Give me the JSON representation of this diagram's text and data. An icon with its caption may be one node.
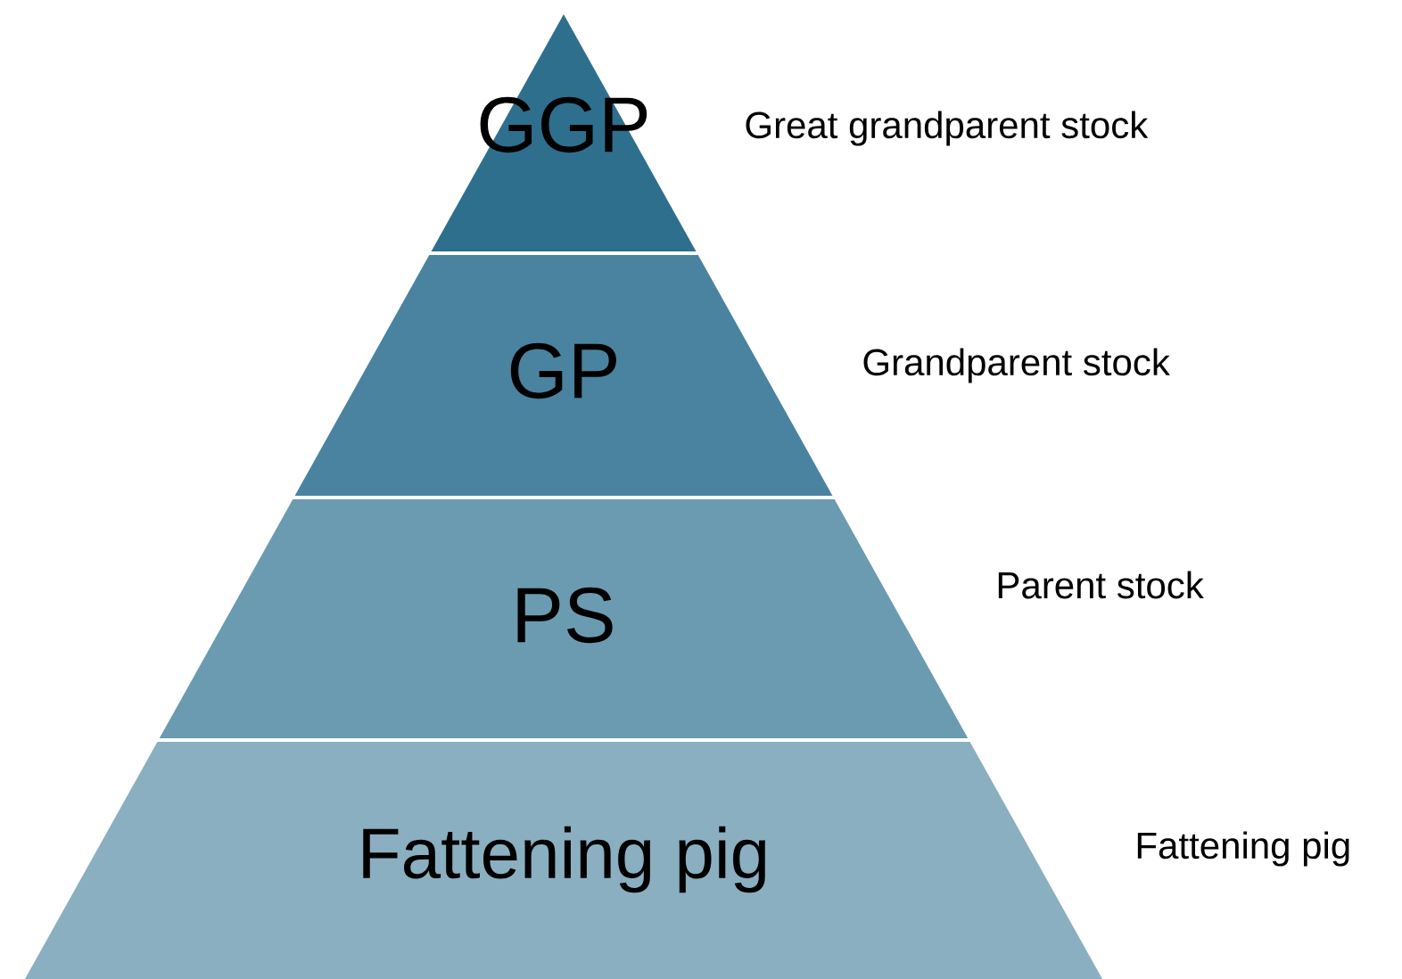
{
  "diagram": {
    "nodes": [
      {
        "text": [
          "GGP"
        ],
        "beside": [
          "Great grandparent stock"
        ]
      },
      {
        "text": [
          "GP"
        ],
        "beside": [
          "Grandparent stock"
        ]
      },
      {
        "text": [
          "PS"
        ],
        "beside": [
          "Parent stock"
        ]
      },
      {
        "text": [
          "Fattening pig"
        ],
        "beside": [
          "Fattening pig"
        ]
      }
    ]
  }
}
